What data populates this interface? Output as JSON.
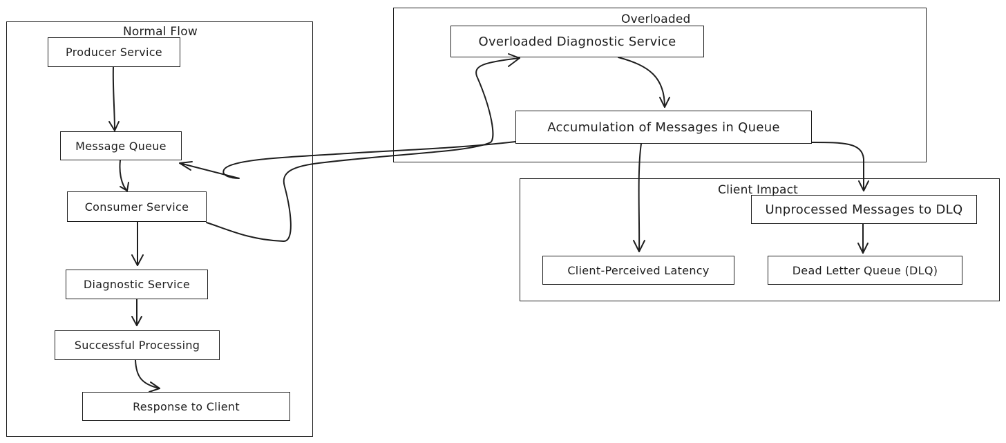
{
  "groups": {
    "normal": {
      "label": "Normal Flow"
    },
    "overloaded": {
      "label": "Overloaded"
    },
    "client_impact": {
      "label": "Client Impact"
    }
  },
  "nodes": {
    "producer": "Producer Service",
    "message_queue": "Message Queue",
    "consumer": "Consumer Service",
    "diagnostic": "Diagnostic Service",
    "successful": "Successful Processing",
    "response": "Response to Client",
    "overloaded_diag": "Overloaded Diagnostic Service",
    "accumulation": "Accumulation of Messages in Queue",
    "unprocessed": "Unprocessed Messages to DLQ",
    "latency": "Client-Perceived Latency",
    "dlq": "Dead Letter Queue (DLQ)"
  },
  "edges": [
    {
      "from": "producer",
      "to": "message_queue"
    },
    {
      "from": "message_queue",
      "to": "consumer"
    },
    {
      "from": "consumer",
      "to": "diagnostic"
    },
    {
      "from": "diagnostic",
      "to": "successful"
    },
    {
      "from": "successful",
      "to": "response"
    },
    {
      "from": "consumer",
      "to": "overloaded_diag"
    },
    {
      "from": "overloaded_diag",
      "to": "accumulation"
    },
    {
      "from": "accumulation",
      "to": "message_queue"
    },
    {
      "from": "accumulation",
      "to": "latency"
    },
    {
      "from": "accumulation",
      "to": "unprocessed"
    },
    {
      "from": "unprocessed",
      "to": "dlq"
    }
  ]
}
